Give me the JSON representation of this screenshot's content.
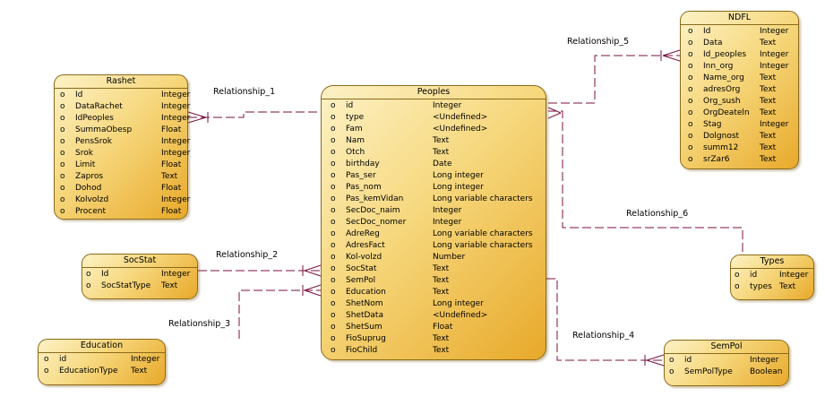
{
  "colors": {
    "entity_fill": "#f6d77c",
    "entity_border": "#8a6a1a",
    "link": "#7a1040"
  },
  "bullet": "o",
  "entities": {
    "rashet": {
      "name": "Rashet",
      "attributes": [
        {
          "name": "Id",
          "type": "Integer"
        },
        {
          "name": "DataRachet",
          "type": "Integer"
        },
        {
          "name": "IdPeoples",
          "type": "Integer"
        },
        {
          "name": "SummaObesp",
          "type": "Float"
        },
        {
          "name": "PensSrok",
          "type": "Integer"
        },
        {
          "name": "Srok",
          "type": "Integer"
        },
        {
          "name": "Limit",
          "type": "Float"
        },
        {
          "name": "Zapros",
          "type": "Text"
        },
        {
          "name": "Dohod",
          "type": "Float"
        },
        {
          "name": "Kolvolzd",
          "type": "Integer"
        },
        {
          "name": "Procent",
          "type": "Float"
        }
      ]
    },
    "peoples": {
      "name": "Peoples",
      "attributes": [
        {
          "name": "id",
          "type": "Integer"
        },
        {
          "name": "type",
          "type": "<Undefined>"
        },
        {
          "name": "Fam",
          "type": "<Undefined>"
        },
        {
          "name": "Nam",
          "type": "Text"
        },
        {
          "name": "Otch",
          "type": "Text"
        },
        {
          "name": "birthday",
          "type": "Date"
        },
        {
          "name": "Pas_ser",
          "type": "Long integer"
        },
        {
          "name": "Pas_nom",
          "type": "Long integer"
        },
        {
          "name": "Pas_kemVidan",
          "type": "Long variable characters"
        },
        {
          "name": "SecDoc_naim",
          "type": "Integer"
        },
        {
          "name": "SecDoc_nomer",
          "type": "Integer"
        },
        {
          "name": "AdreReg",
          "type": "Long variable characters"
        },
        {
          "name": "AdresFact",
          "type": "Long variable characters"
        },
        {
          "name": "Kol-volzd",
          "type": "Number"
        },
        {
          "name": "SocStat",
          "type": "Text"
        },
        {
          "name": "SemPol",
          "type": "Text"
        },
        {
          "name": "Education",
          "type": "Text"
        },
        {
          "name": "ShetNom",
          "type": "Long integer"
        },
        {
          "name": "ShetData",
          "type": "<Undefined>"
        },
        {
          "name": "ShetSum",
          "type": "Float"
        },
        {
          "name": "FioSuprug",
          "type": "Text"
        },
        {
          "name": "FioChild",
          "type": "Text"
        }
      ]
    },
    "ndfl": {
      "name": "NDFL",
      "attributes": [
        {
          "name": "Id",
          "type": "Integer"
        },
        {
          "name": "Data",
          "type": "Text"
        },
        {
          "name": "Id_peoples",
          "type": "Integer"
        },
        {
          "name": "Inn_org",
          "type": "Integer"
        },
        {
          "name": "Name_org",
          "type": "Text"
        },
        {
          "name": "adresOrg",
          "type": "Text"
        },
        {
          "name": "Org_sush",
          "type": "Text"
        },
        {
          "name": "OrgDeateln",
          "type": "Text"
        },
        {
          "name": "Stag",
          "type": "Integer"
        },
        {
          "name": "Dolgnost",
          "type": "Text"
        },
        {
          "name": "summ12",
          "type": "Text"
        },
        {
          "name": "srZar6",
          "type": "Text"
        }
      ]
    },
    "socstat": {
      "name": "SocStat",
      "attributes": [
        {
          "name": "Id",
          "type": "Integer"
        },
        {
          "name": "SocStatType",
          "type": "Text"
        }
      ]
    },
    "education": {
      "name": "Education",
      "attributes": [
        {
          "name": "id",
          "type": "Integer"
        },
        {
          "name": "EducationType",
          "type": "Text"
        }
      ]
    },
    "types": {
      "name": "Types",
      "attributes": [
        {
          "name": "id",
          "type": "Integer"
        },
        {
          "name": "types",
          "type": "Text"
        }
      ]
    },
    "sempol": {
      "name": "SemPol",
      "attributes": [
        {
          "name": "id",
          "type": "Integer"
        },
        {
          "name": "SemPolType",
          "type": "Boolean"
        }
      ]
    }
  },
  "relationships": {
    "r1": "Relationship_1",
    "r2": "Relationship_2",
    "r3": "Relationship_3",
    "r4": "Relationship_4",
    "r5": "Relationship_5",
    "r6": "Relationship_6"
  }
}
